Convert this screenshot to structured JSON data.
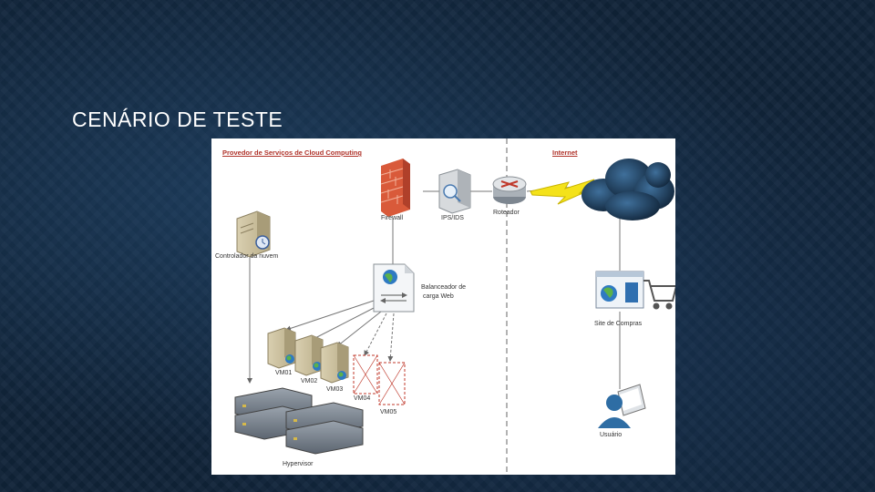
{
  "slide": {
    "title": "CENÁRIO DE TESTE"
  },
  "diagram": {
    "zone_left": "Provedor de Serviços de Cloud Computing",
    "zone_right": "Internet",
    "nodes": {
      "firewall": "Firewall",
      "ips": "IPS/IDS",
      "router": "Roteador",
      "controller": "Controlador da nuvem",
      "balancer_line1": "Balanceador de",
      "balancer_line2": "carga Web",
      "vm01": "VM01",
      "vm02": "VM02",
      "vm03": "VM03",
      "vm04": "VM04",
      "vm05": "VM05",
      "hypervisor": "Hypervisor",
      "shop": "Site de Compras",
      "user": "Usuário"
    }
  }
}
